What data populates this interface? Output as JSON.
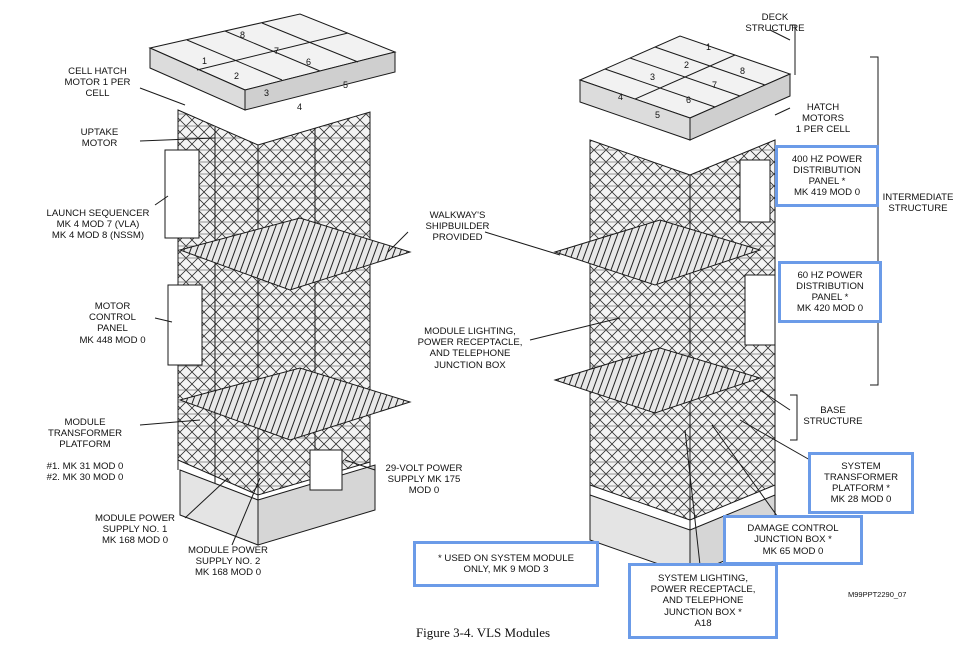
{
  "caption": "Figure 3-4.  VLS Modules",
  "drawing_code": "M99PPT2290_07",
  "left_module": {
    "cell_numbers": [
      "1",
      "2",
      "3",
      "4",
      "5",
      "6",
      "7",
      "8"
    ],
    "labels": {
      "cell_hatch_motor": "CELL HATCH\nMOTOR 1 PER\nCELL",
      "uptake_motor": "UPTAKE\nMOTOR",
      "launch_sequencer": "LAUNCH SEQUENCER\nMK 4 MOD 7 (VLA)\nMK 4 MOD 8 (NSSM)",
      "motor_control_panel": "MOTOR\nCONTROL\nPANEL\nMK 448 MOD 0",
      "module_transformer": "MODULE\nTRANSFORMER\nPLATFORM",
      "transformer_mods": "#1. MK 31 MOD 0\n#2. MK 30 MOD 0",
      "power_supply_1": "MODULE POWER\nSUPPLY NO. 1\nMK 168 MOD 0",
      "power_supply_2": "MODULE POWER\nSUPPLY NO. 2\nMK 168 MOD 0",
      "power_supply_29v": "29-VOLT POWER\nSUPPLY MK 175\nMOD 0"
    }
  },
  "center": {
    "walkways": "WALKWAY'S\nSHIPBUILDER\nPROVIDED",
    "module_lighting": "MODULE LIGHTING,\nPOWER RECEPTACLE,\nAND TELEPHONE\nJUNCTION BOX",
    "note": "* USED ON SYSTEM MODULE\nONLY, MK 9 MOD 3"
  },
  "right_module": {
    "cell_numbers": [
      "1",
      "2",
      "3",
      "4",
      "5",
      "6",
      "7",
      "8"
    ],
    "labels": {
      "deck_structure": "DECK\nSTRUCTURE",
      "hatch_motors": "HATCH\nMOTORS\n1 PER CELL",
      "intermediate_structure": "INTERMEDIATE\nSTRUCTURE",
      "base_structure": "BASE\nSTRUCTURE"
    },
    "boxes": {
      "panel_400hz": "400 HZ POWER\nDISTRIBUTION\nPANEL *\nMK 419 MOD 0",
      "panel_60hz": "60 HZ POWER\nDISTRIBUTION\nPANEL *\nMK 420 MOD 0",
      "system_transformer": "SYSTEM\nTRANSFORMER\nPLATFORM *\nMK 28 MOD 0",
      "damage_control": "DAMAGE CONTROL\nJUNCTION BOX *\nMK 65 MOD 0",
      "system_lighting": "SYSTEM LIGHTING,\nPOWER RECEPTACLE,\nAND TELEPHONE\nJUNCTION BOX *\nA18"
    }
  },
  "colors": {
    "highlight_box": "#6b9be8",
    "line": "#1a1a1a"
  }
}
